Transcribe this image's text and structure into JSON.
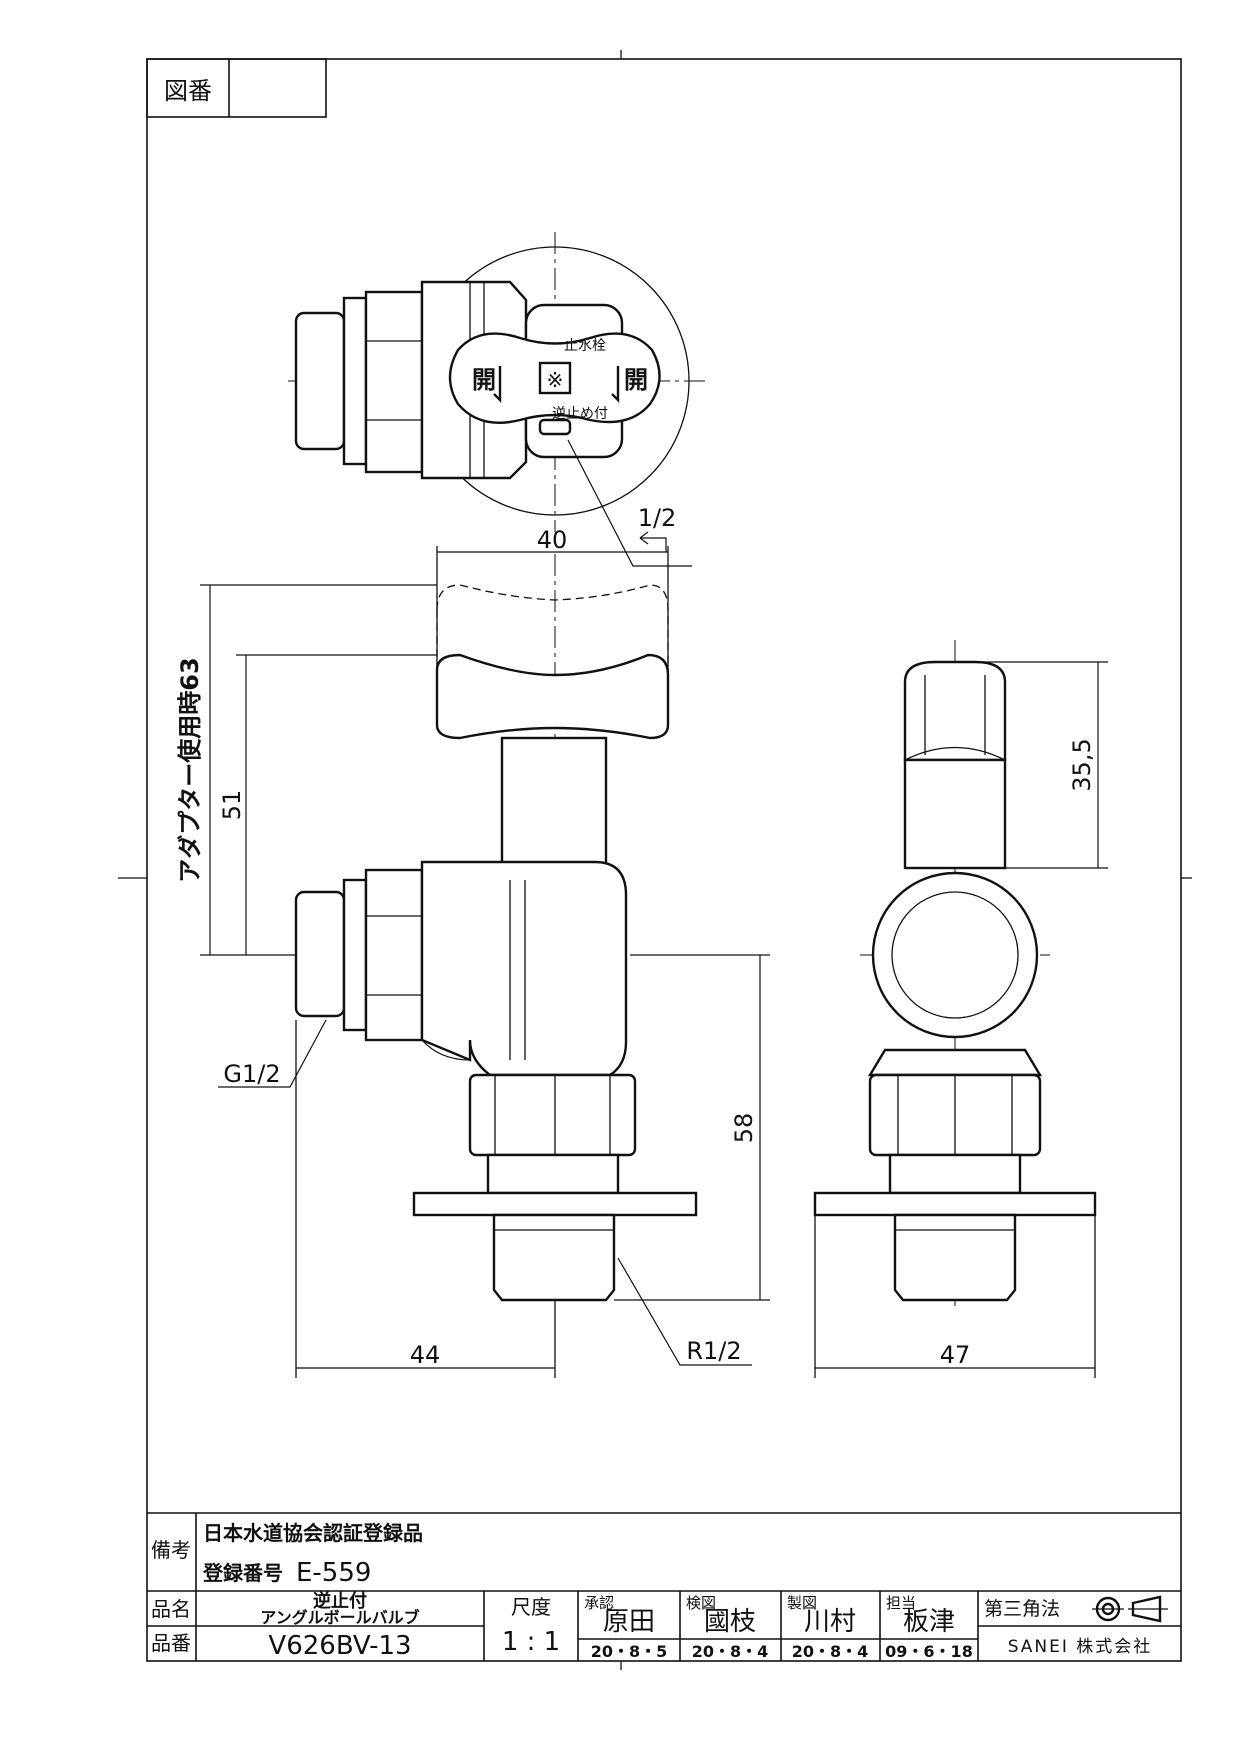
{
  "drawing": {
    "drawing_number_label": "図番",
    "drawing_number_value": "",
    "dimensions": {
      "top_thread": "1/2",
      "handle_width": "40",
      "adapter_height": "アダプター使用時63",
      "height_51": "51",
      "side_height": "35,5",
      "inlet_thread": "G1/2",
      "height_58": "58",
      "outlet_thread": "R1/2",
      "width_44": "44",
      "width_47": "47"
    },
    "handle_markings": {
      "open_left": "開",
      "open_right": "開",
      "center_mark": "※",
      "upper_label": "止水栓",
      "lower_label": "逆止め付"
    }
  },
  "title_block": {
    "remarks_label": "備考",
    "remarks_line1": "日本水道協会認証登録品",
    "remarks_line2_label": "登録番号",
    "remarks_line2_value": "E-559",
    "product_name_label": "品名",
    "product_name_line1": "逆止付",
    "product_name_line2": "アングルボールバルブ",
    "product_number_label": "品番",
    "product_number": "V626BV-13",
    "scale_label": "尺度",
    "scale_value": "1 : 1",
    "approval": {
      "label": "承認",
      "name": "原田",
      "date": "20・8・5"
    },
    "check": {
      "label": "検図",
      "name": "國枝",
      "date": "20・8・4"
    },
    "drafted": {
      "label": "製図",
      "name": "川村",
      "date": "20・8・4"
    },
    "charge": {
      "label": "担当",
      "name": "板津",
      "date": "09・6・18"
    },
    "projection_label": "第三角法",
    "company": "SANEI 株式会社"
  }
}
